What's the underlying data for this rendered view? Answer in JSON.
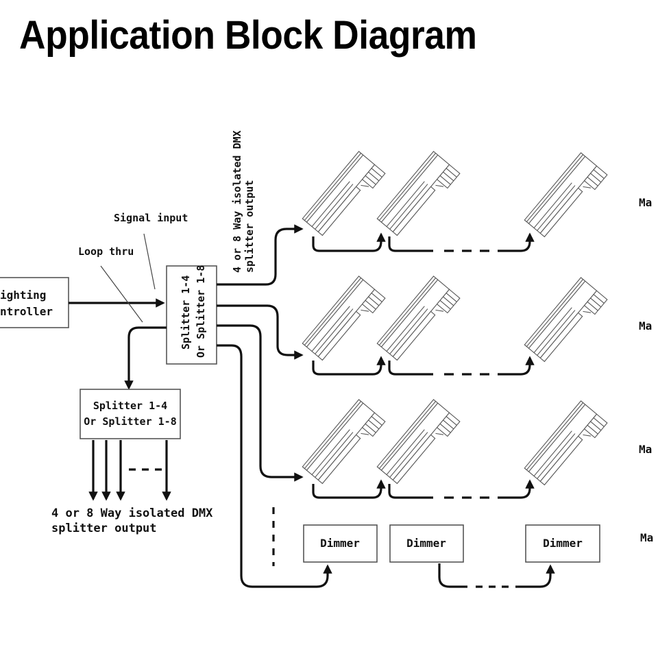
{
  "title": "Application Block Diagram",
  "controller": {
    "line1": "ighting",
    "line2": "ntroller"
  },
  "labels": {
    "signal_input": "Signal input",
    "loop_thru": "Loop thru",
    "top_output_line1": "4 or 8 Way isolated DMX",
    "top_output_line2": "splitter output",
    "bottom_output_line1": "4 or 8 Way isolated DMX",
    "bottom_output_line2": "splitter output"
  },
  "main_splitter": {
    "line1": "Splitter 1-4",
    "line2": "Or Splitter 1-8"
  },
  "secondary_splitter": {
    "line1": "Splitter 1-4",
    "line2": "Or Splitter 1-8"
  },
  "rows": [
    {
      "type": "fixture",
      "label": "Ma",
      "count_shown": 3
    },
    {
      "type": "fixture",
      "label": "Ma",
      "count_shown": 3
    },
    {
      "type": "fixture",
      "label": "Ma",
      "count_shown": 3
    },
    {
      "type": "dimmer",
      "label": "Ma",
      "count_shown": 3
    }
  ],
  "dimmers": [
    "Dimmer",
    "Dimmer",
    "Dimmer"
  ],
  "colors": {
    "line": "#111111",
    "box_border": "#555555",
    "background": "#ffffff"
  }
}
